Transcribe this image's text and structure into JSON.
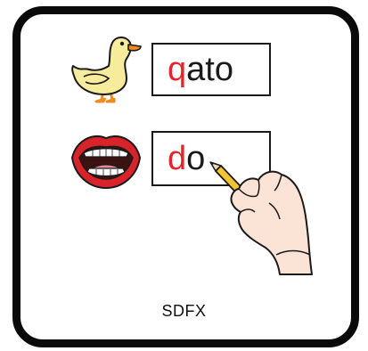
{
  "card": {
    "word1": {
      "highlight": "q",
      "rest": "ato"
    },
    "word2": {
      "highlight": "d",
      "rest": "o"
    },
    "caption": "SDFX"
  },
  "icons": {
    "picture1": "duck-icon",
    "picture2": "open-mouth-icon",
    "picture3": "hand-writing-pencil-icon"
  },
  "colors": {
    "border": "#0a0a0a",
    "highlight_letter": "#e3262b",
    "text": "#1a1a1a",
    "duck_body": "#f6ec9c",
    "duck_beak": "#f08a1c",
    "lips": "#d9232a",
    "skin": "#fbe3d6",
    "pencil": "#f4c430"
  }
}
